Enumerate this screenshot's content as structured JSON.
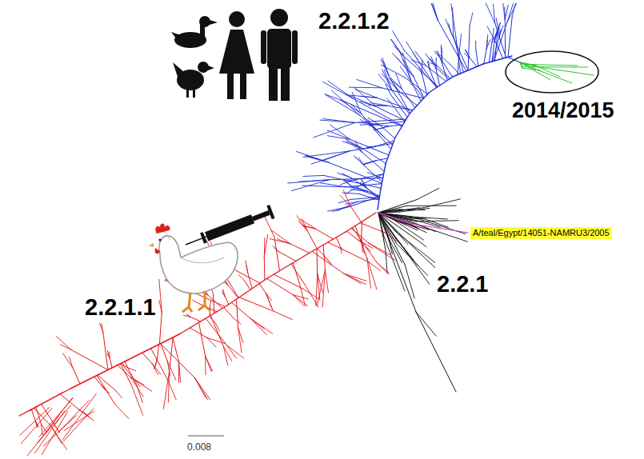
{
  "diagram": {
    "nodes": [
      {
        "text": [
          "2014/2015"
        ]
      },
      {
        "text": [
          "A/teal/Egypt/14051-NAMRU3/2005"
        ]
      }
    ],
    "labels": [
      "2.2.1.2",
      "2.2.1",
      "2.2.1.1",
      "0.008"
    ]
  }
}
